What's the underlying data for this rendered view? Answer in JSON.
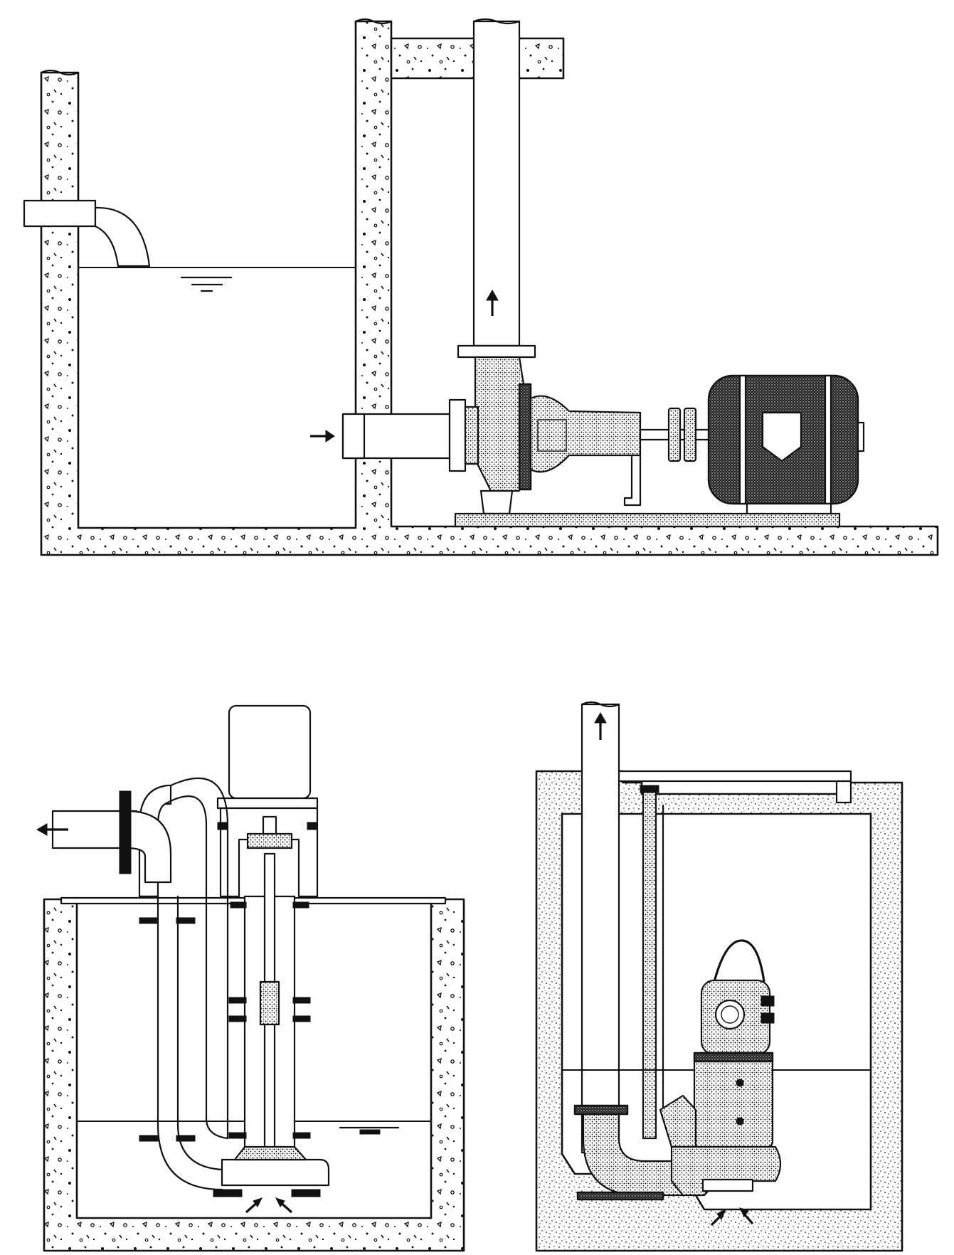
{
  "figure": {
    "panels": [
      {
        "id": "horizontal-dry-pit-pump"
      },
      {
        "id": "vertical-wet-pit-pump"
      },
      {
        "id": "submersible-sump-pump"
      }
    ]
  },
  "colors": {
    "ink": "#111111",
    "paper": "#ffffff"
  },
  "icons": {
    "flow_arrow": "arrow-icon",
    "water_level": "water-level-symbol"
  }
}
